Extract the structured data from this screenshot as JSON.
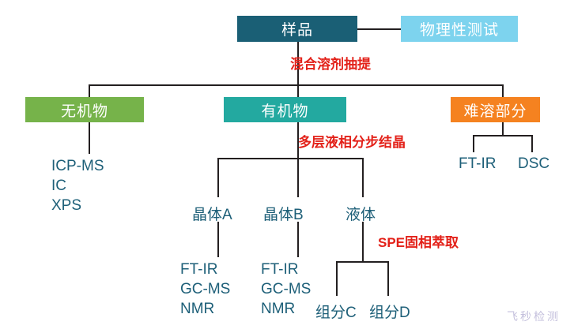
{
  "diagram": {
    "title_flow": "sample-analysis-flowchart",
    "colors": {
      "sample_box": "#1a5f75",
      "physical_box": "#7dd3ee",
      "inorganic_box": "#76b34a",
      "organic_box": "#23a9a0",
      "insoluble_box": "#f58220",
      "text_teal": "#1d5f78",
      "process_red": "#e32119",
      "connector": "#231f20",
      "watermark": "#b9b4d6"
    },
    "nodes": {
      "sample": "样品",
      "physical_test": "物理性测试",
      "inorganic": "无机物",
      "organic": "有机物",
      "insoluble": "难溶部分",
      "crystal_a": "晶体A",
      "crystal_b": "晶体B",
      "liquid": "液体",
      "component_c": "组分C",
      "component_d": "组分D"
    },
    "processes": {
      "mixed_solvent_extraction": "混合溶剂抽提",
      "multilayer_crystallization": "多层液相分步结晶",
      "spe_extraction": "SPE固相萃取"
    },
    "techniques": {
      "inorganic_methods": "ICP-MS\nIC\nXPS",
      "insoluble_ftir": "FT-IR",
      "insoluble_dsc": "DSC",
      "crystal_a_methods": "FT-IR\nGC-MS\nNMR",
      "crystal_b_methods": "FT-IR\nGC-MS\nNMR"
    },
    "watermark": "飞秒检测"
  }
}
